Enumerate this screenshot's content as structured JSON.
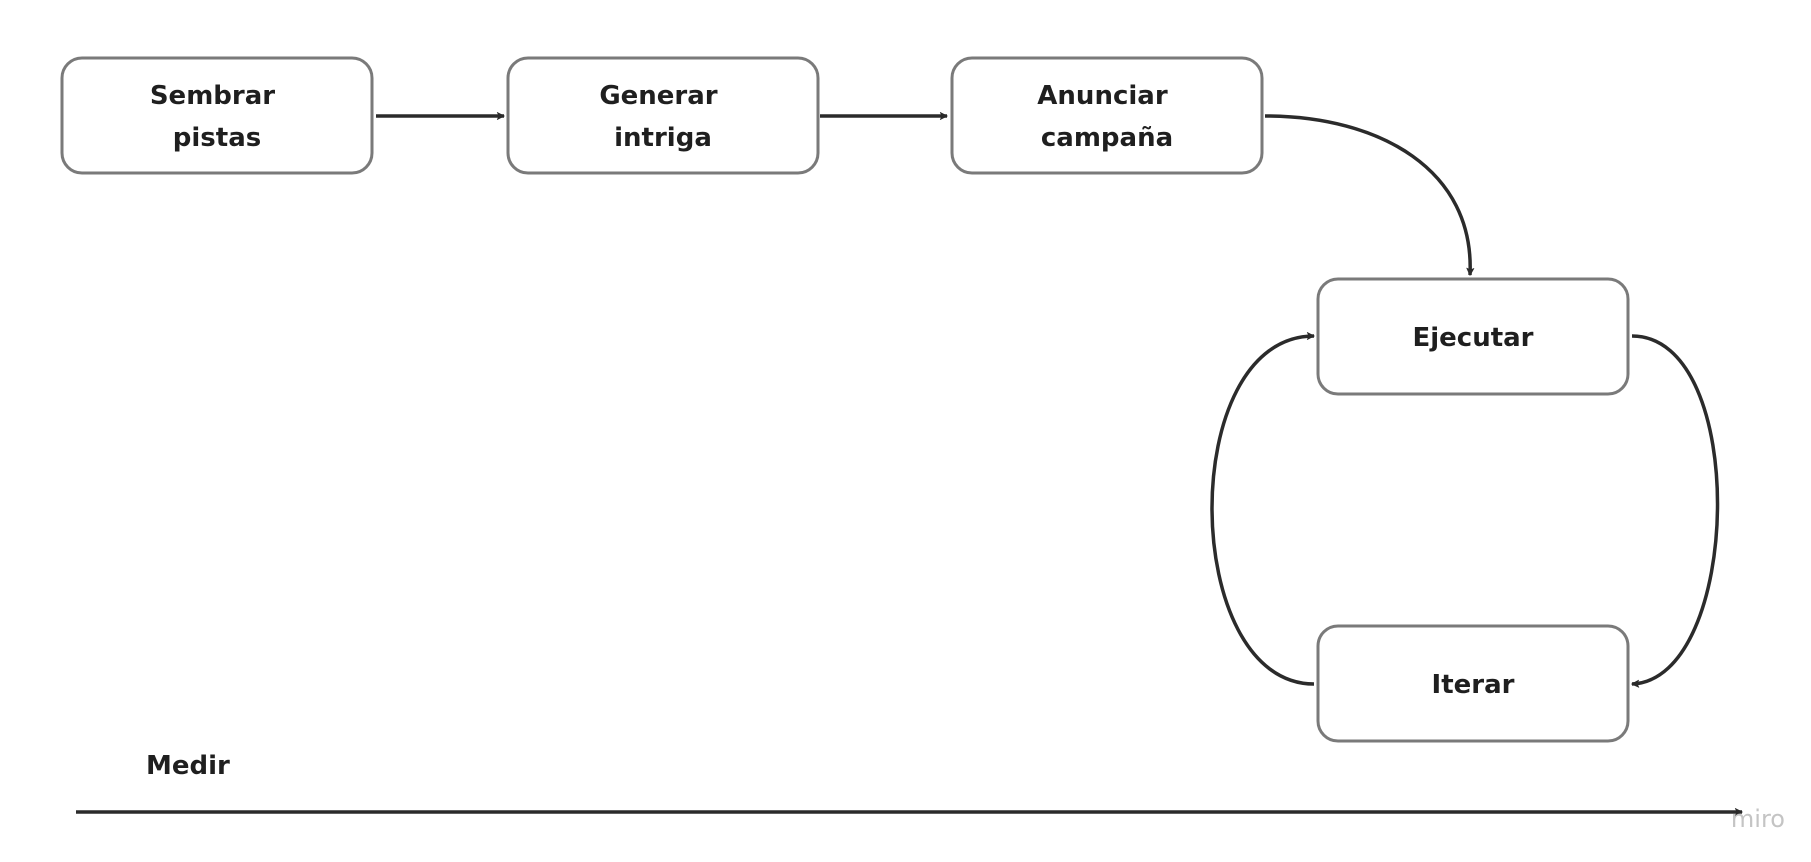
{
  "nodes": [
    {
      "id": "sembrar-pistas",
      "lines": [
        "Sembrar",
        "pistas"
      ]
    },
    {
      "id": "generar-intriga",
      "lines": [
        "Generar",
        "intriga"
      ]
    },
    {
      "id": "anunciar-campana",
      "lines": [
        "Anunciar",
        "campaña"
      ]
    },
    {
      "id": "ejecutar",
      "lines": [
        "Ejecutar"
      ]
    },
    {
      "id": "iterar",
      "lines": [
        "Iterar"
      ]
    }
  ],
  "edges": [
    {
      "from": "sembrar-pistas",
      "to": "generar-intriga"
    },
    {
      "from": "generar-intriga",
      "to": "anunciar-campana"
    },
    {
      "from": "anunciar-campana",
      "to": "ejecutar"
    },
    {
      "from": "ejecutar",
      "to": "iterar"
    },
    {
      "from": "iterar",
      "to": "ejecutar"
    }
  ],
  "timeline": {
    "label": "Medir"
  },
  "watermark": "miro",
  "colors": {
    "node_border": "#7a7a7a",
    "edge": "#2b2b2b",
    "text": "#1f1f1f",
    "watermark": "#c4c4c4"
  }
}
